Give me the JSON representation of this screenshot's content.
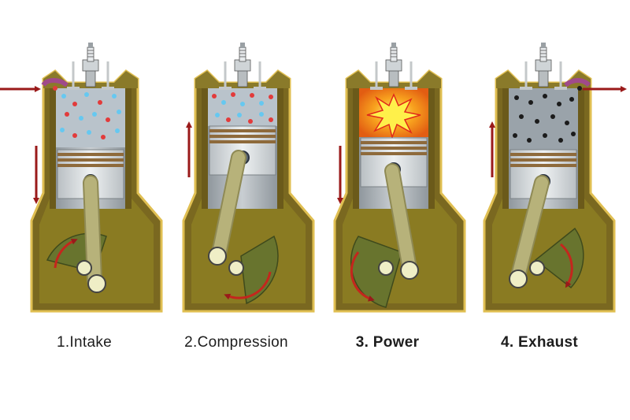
{
  "diagram": {
    "colors": {
      "background": "#ffffff",
      "crankcase": "#6b5a1a",
      "crankcase_edge": "#d6b54a",
      "oil": "#87781f",
      "cylinder_gray": "#a7aeb3",
      "piston": "#d2d7da",
      "rings": "#8e6a3b",
      "rod": "#b7b27a",
      "crank_web": "#68742e",
      "arrow": "#9a1a1a",
      "intake_port": "#cc99cc",
      "fuel_particle_red": "#e23b3b",
      "fuel_particle_blue": "#66c8f0",
      "exhaust_particle": "#1b1b1b",
      "explosion": "#f07a1a"
    },
    "strokes": [
      {
        "id": "intake",
        "label": "1.Intake",
        "piston_motion": "down",
        "port_arrow": "in"
      },
      {
        "id": "compression",
        "label": "2.Compression",
        "piston_motion": "up",
        "port_arrow": ""
      },
      {
        "id": "power",
        "label": "3. Power",
        "piston_motion": "down",
        "port_arrow": ""
      },
      {
        "id": "exhaust",
        "label": "4. Exhaust",
        "piston_motion": "up",
        "port_arrow": "out"
      }
    ]
  }
}
